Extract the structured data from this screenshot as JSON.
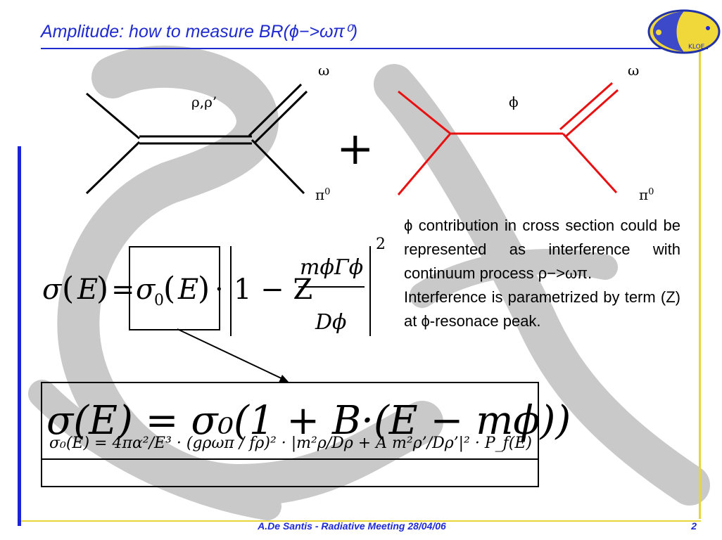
{
  "slide": {
    "title": "Amplitude: how to measure BR(ϕ−>ωπ⁰)",
    "footer": "A.De Santis - Radiative Meeting 28/04/06",
    "page_number": "2"
  },
  "colors": {
    "title": "#1f2bd1",
    "accent_bar": "#1a24d6",
    "frame_line": "#e8d53a",
    "phi_diagram": "#e81010",
    "background_watermark": "#c8c8c8"
  },
  "diagram_left": {
    "propagator_label": "ρ,ρ’",
    "top_label": "ω",
    "bottom_label_base": "π",
    "bottom_label_sup": "0"
  },
  "diagram_right": {
    "propagator_label": "ϕ",
    "top_label": "ω",
    "bottom_label_base": "π",
    "bottom_label_sup": "0"
  },
  "plus_sign": "+",
  "explanation": {
    "line1": "ϕ contribution in cross section could be represented as interference with continuum process ρ−>ωπ.",
    "line2": "Interference is parametrized by term (Z) at ϕ-resonace peak."
  },
  "formula_main": {
    "lhs": "σ(E) = σ₀(E) · |1 − Z mϕΓϕ / Dϕ|²",
    "sigma": "σ",
    "E": "E",
    "eq": "=",
    "sub0": "0",
    "dot": "·",
    "one_minus_Z": "1 − Z",
    "numerator": "mϕΓϕ",
    "denominator": "Dϕ",
    "power": "2"
  },
  "formula_box": {
    "overlay_text": "σ(E) = σ₀(1 + B·(E − mϕ))",
    "sigma0_def": "σ₀(E) = 4πα²/E³ · (gρωπ / fρ)² · |m²ρ/Dρ + A m²ρ’/Dρ’|² · P_f(E)"
  },
  "logo": {
    "text": "KLOE"
  }
}
